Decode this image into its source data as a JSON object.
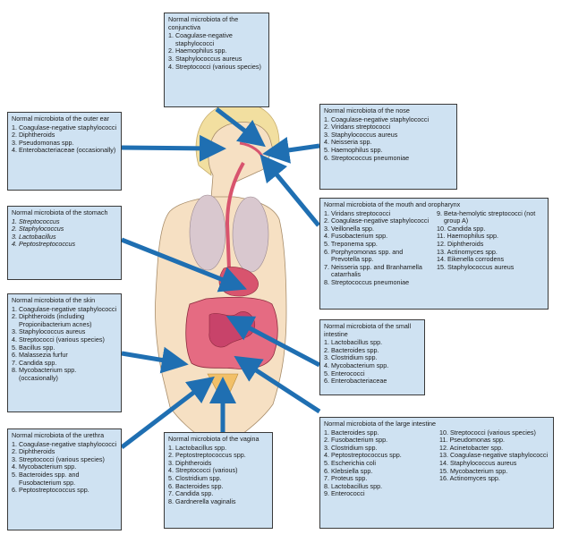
{
  "boxes": {
    "conjunctiva": {
      "title": "Normal microbiota of the conjunctiva",
      "items": [
        "1. Coagulase-negative staphylococci",
        "2. Haemophilus spp.",
        "3. Staphylococcus aureus",
        "4. Streptococci (various species)"
      ]
    },
    "nose": {
      "title": "Normal microbiota of the nose",
      "items": [
        "1. Coagulase-negative staphylococci",
        "2. Viridans streptococci",
        "3. Staphylococcus aureus",
        "4. Neisseria spp.",
        "5. Haemophilus spp.",
        "6. Streptococcus pneumoniae"
      ]
    },
    "outer_ear": {
      "title": "Normal microbiota of the outer ear",
      "items": [
        "1. Coagulase-negative staphylococci",
        "2. Diphtheroids",
        "3. Pseudomonas spp.",
        "4. Enterobacteriaceae (occasionally)"
      ]
    },
    "mouth": {
      "title": "Normal microbiota of the mouth and oropharynx",
      "items_left": [
        "1. Viridans streptococci",
        "2. Coagulase-negative staphylococci",
        "3. Veillonella spp.",
        "4. Fusobacterium spp.",
        "5. Treponema spp.",
        "6. Porphyromonas spp. and Prevotella spp.",
        "7. Neisseria spp. and Branhamella catarrhalis",
        "8. Streptococcus pneumoniae"
      ],
      "items_right": [
        "9. Beta-hemolytic streptococci (not group A)",
        "10. Candida spp.",
        "11. Haemophilus spp.",
        "12. Diphtheroids",
        "13. Actinomyces spp.",
        "14. Eikenella corrodens",
        "15. Staphylococcus aureus"
      ]
    },
    "stomach": {
      "title": "Normal microbiota of the stomach",
      "items": [
        "1. Streptococcus",
        "2. Staphylococcus",
        "3. Lactobacillus",
        "4. Peptostreptococcus"
      ]
    },
    "skin": {
      "title": "Normal microbiota of the skin",
      "items": [
        "1. Coagulase-negative staphylococci",
        "2. Diphtheroids (including Propionibacterium acnes)",
        "3. Staphylococcus aureus",
        "4. Streptococci (various species)",
        "5. Bacillus spp.",
        "6. Malassezia furfur",
        "7. Candida spp.",
        "8. Mycobacterium spp. (occasionally)"
      ]
    },
    "small_intestine": {
      "title": "Normal microbiota of the small intestine",
      "items": [
        "1. Lactobacillus spp.",
        "2. Bacteroides spp.",
        "3. Clostridium spp.",
        "4. Mycobacterium spp.",
        "5. Enterococci",
        "6. Enterobacteriaceae"
      ]
    },
    "urethra": {
      "title": "Normal microbiota of the urethra",
      "items": [
        "1. Coagulase-negative staphylococci",
        "2. Diphtheroids",
        "3. Streptococci (various species)",
        "4. Mycobacterium spp.",
        "5. Bacteroides spp. and Fusobacterium spp.",
        "6. Peptostreptococcus spp."
      ]
    },
    "vagina": {
      "title": "Normal microbiota of the vagina",
      "items": [
        "1. Lactobacillus spp.",
        "2. Peptostreptococcus spp.",
        "3. Diphtheroids",
        "4. Streptococci (various)",
        "5. Clostridium spp.",
        "6. Bacteroides spp.",
        "7. Candida spp.",
        "8. Gardnerella vaginalis"
      ]
    },
    "large_intestine": {
      "title": "Normal microbiota of the large intestine",
      "items_left": [
        "1. Bacteroides spp.",
        "2. Fusobacterium spp.",
        "3. Clostridium spp.",
        "4. Peptostreptococcus spp.",
        "5. Escherichia coli",
        "6. Klebsiella spp.",
        "7. Proteus spp.",
        "8. Lactobacillus spp.",
        "9. Enterococci"
      ],
      "items_right": [
        "10. Streptococci (various species)",
        "11. Pseudomonas spp.",
        "12. Acinetobacter spp.",
        "13. Coagulase-negative staphylococci",
        "14. Staphylococcus aureus",
        "15. Mycobacterium spp.",
        "16. Actinomyces spp."
      ]
    }
  },
  "colors": {
    "box_fill": "#cfe2f2",
    "arrow": "#1f6fb2",
    "skin": "#f6e0c3",
    "hair": "#f2dfa0",
    "intestine": "#d8546e",
    "lungs": "#d9c8cf"
  }
}
